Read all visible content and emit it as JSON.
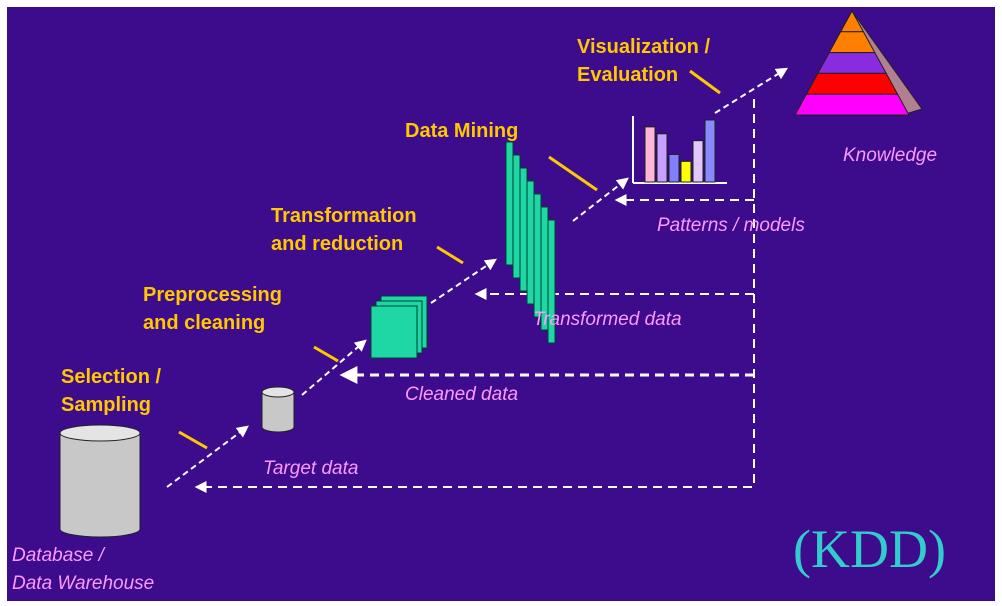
{
  "colors": {
    "background": "#3c0c8c",
    "stage_text": "#ffc800",
    "data_text": "#ff99ff",
    "kdd_text": "#33cccc",
    "arrow": "#ffffff",
    "connector": "#ffc800",
    "cylinder": "#c8c8c8",
    "data_blocks": "#1fd7a5"
  },
  "stages": {
    "selection": [
      "Selection /",
      "Sampling"
    ],
    "preprocessing": [
      "Preprocessing",
      "and cleaning"
    ],
    "transformation": [
      "Transformation",
      "and reduction"
    ],
    "mining": [
      "Data Mining"
    ],
    "visualization": [
      "Visualization /",
      "Evaluation"
    ]
  },
  "data_artifacts": {
    "database": [
      "Database /",
      "Data Warehouse"
    ],
    "target": "Target data",
    "cleaned": "Cleaned data",
    "transformed": "Transformed data",
    "patterns": "Patterns / models",
    "knowledge": "Knowledge"
  },
  "badge": "(KDD)",
  "icons": {
    "database": "cylinder-icon",
    "target": "small-cylinder-icon",
    "cleaned": "stacked-pages-icon",
    "transformed": "stacked-bars-icon",
    "patterns": "bar-chart-icon",
    "knowledge": "pyramid-icon"
  },
  "bar_chart": {
    "values": [
      8,
      7,
      4,
      3,
      6,
      9
    ],
    "colors": [
      "#ffb6d9",
      "#c8a0ff",
      "#7f7fff",
      "#ffff00",
      "#e0c8ff",
      "#8a8aff"
    ]
  },
  "pyramid_layers": [
    "#ff8000",
    "#ff8000",
    "#8a2be2",
    "#ff0000",
    "#ff00ff"
  ]
}
